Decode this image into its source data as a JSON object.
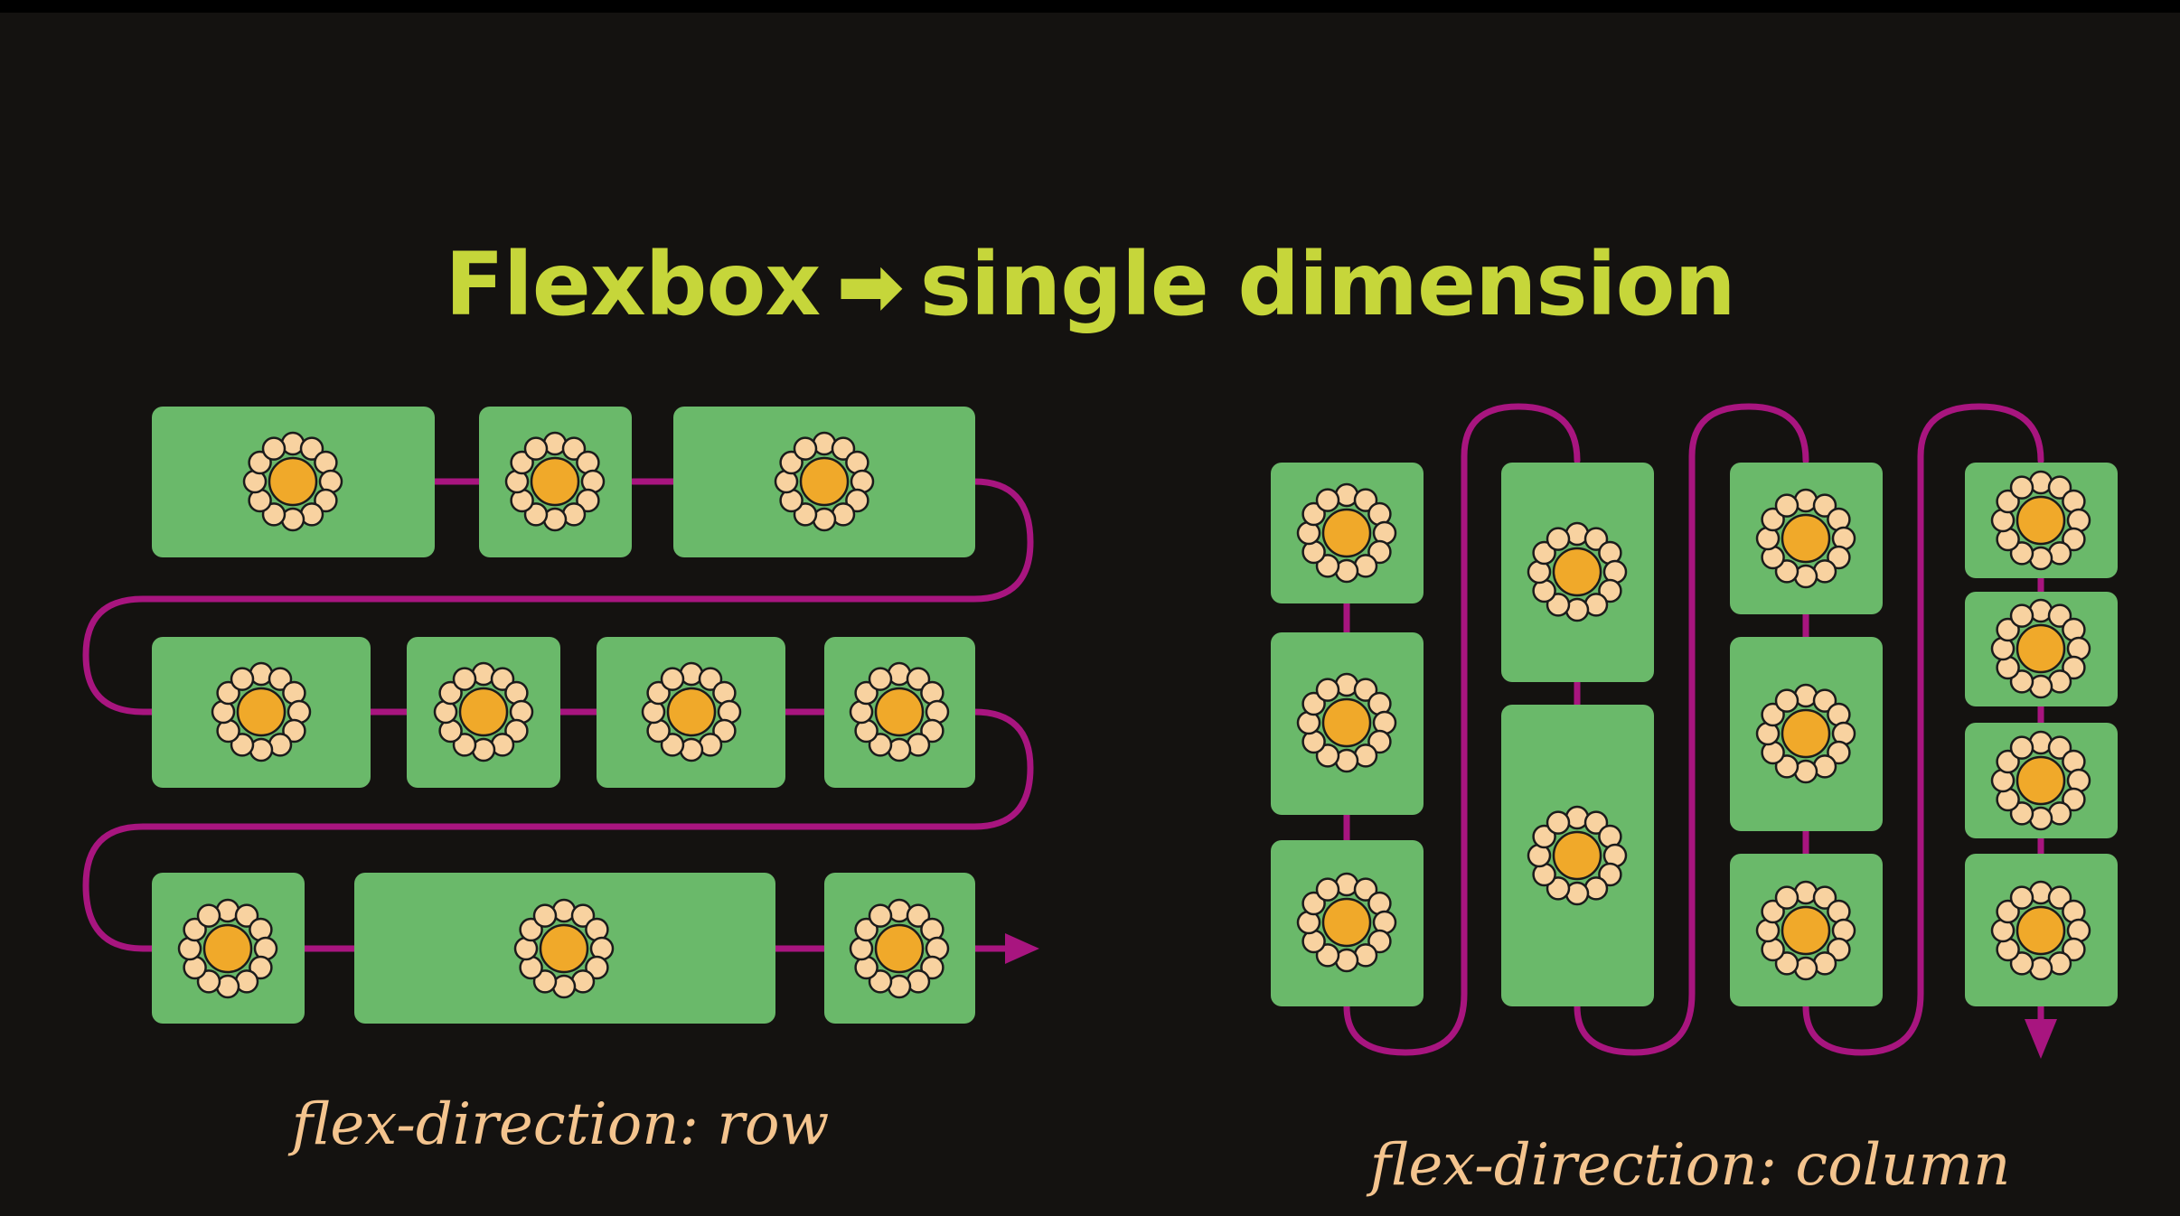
{
  "title": {
    "left": "Flexbox",
    "arrow": "➡",
    "right": "single dimension"
  },
  "captions": {
    "row": "flex-direction: row",
    "column": "flex-direction: column"
  },
  "icons": {
    "item_icon": "flower-icon",
    "flow_arrow": "arrowhead-icon"
  },
  "colors": {
    "background": "#141210",
    "title": "#c6d63a",
    "caption": "#f4c48e",
    "item": "#6ab96a",
    "petal": "#f8d2a0",
    "flower_center": "#f0a92a",
    "flow_line": "#a8157f"
  }
}
